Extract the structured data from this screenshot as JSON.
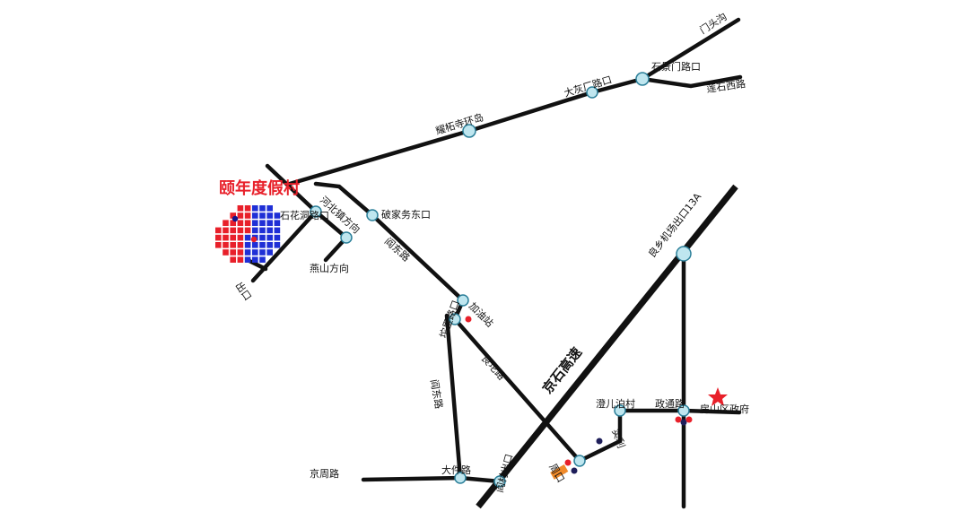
{
  "resort": {
    "name": "颐年度假村",
    "red": "#e8202a",
    "blue": "#1f2fd6",
    "dark_blue": "#14148a"
  },
  "labels": {
    "mentougou": "门头沟",
    "shijingmen": "石景门路口",
    "lianshixi": "莲石西路",
    "dahuichang": "大灰厂路口",
    "yaozhuan": "耀柘寺环岛",
    "shihuadong": "石花洞路口",
    "hebeizhen": "河北镇方向",
    "yanshan": "燕山方向",
    "pojiazhuang": "破家务东口",
    "zhoudonglu_upper": "阎东路",
    "zhoudonglu_lower": "阎东路",
    "jiayou": "加油站",
    "huangyuan": "坨里路口",
    "liangtuolu": "良坨路",
    "jingshi": "京石高速",
    "liangxiang": "良乡机场出口13A",
    "chenerdao": "澄儿泊村",
    "zhengtong": "政通路",
    "fangshan": "房山区政府",
    "zhoukou": "周口",
    "shili": "实利",
    "jingzhou": "京周路",
    "dajian": "大件路",
    "yancun": "阎村出口",
    "shanzheng": "出口"
  },
  "colors": {
    "road": "#111111",
    "node_fill": "#bfe6ef",
    "node_stroke": "#2b7f99",
    "marker_red": "#e8202a",
    "marker_dark": "#1e1e5a",
    "gas_orange": "#f08a2a"
  }
}
